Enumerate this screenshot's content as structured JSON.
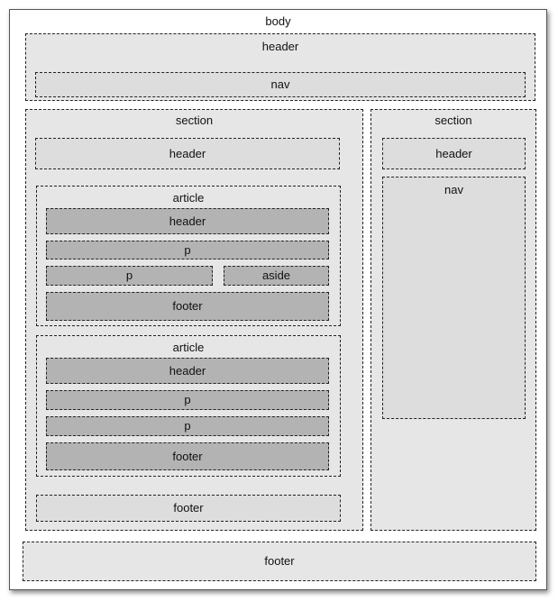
{
  "labels": {
    "body": "body",
    "body_header": "header",
    "body_nav": "nav",
    "main_section": "section",
    "main_section_header": "header",
    "article1": "article",
    "article1_header": "header",
    "article1_p1": "p",
    "article1_p2": "p",
    "article1_aside": "aside",
    "article1_footer": "footer",
    "article2": "article",
    "article2_header": "header",
    "article2_p1": "p",
    "article2_p2": "p",
    "article2_footer": "footer",
    "main_section_footer": "footer",
    "side_section": "section",
    "side_section_header": "header",
    "side_section_nav": "nav",
    "body_footer": "footer"
  },
  "colors": {
    "outer_border": "#555555",
    "light_fill": "#e6e6e6",
    "mid_fill": "#dddddd",
    "dark_fill": "#b3b3b3",
    "dash": "#222222"
  }
}
